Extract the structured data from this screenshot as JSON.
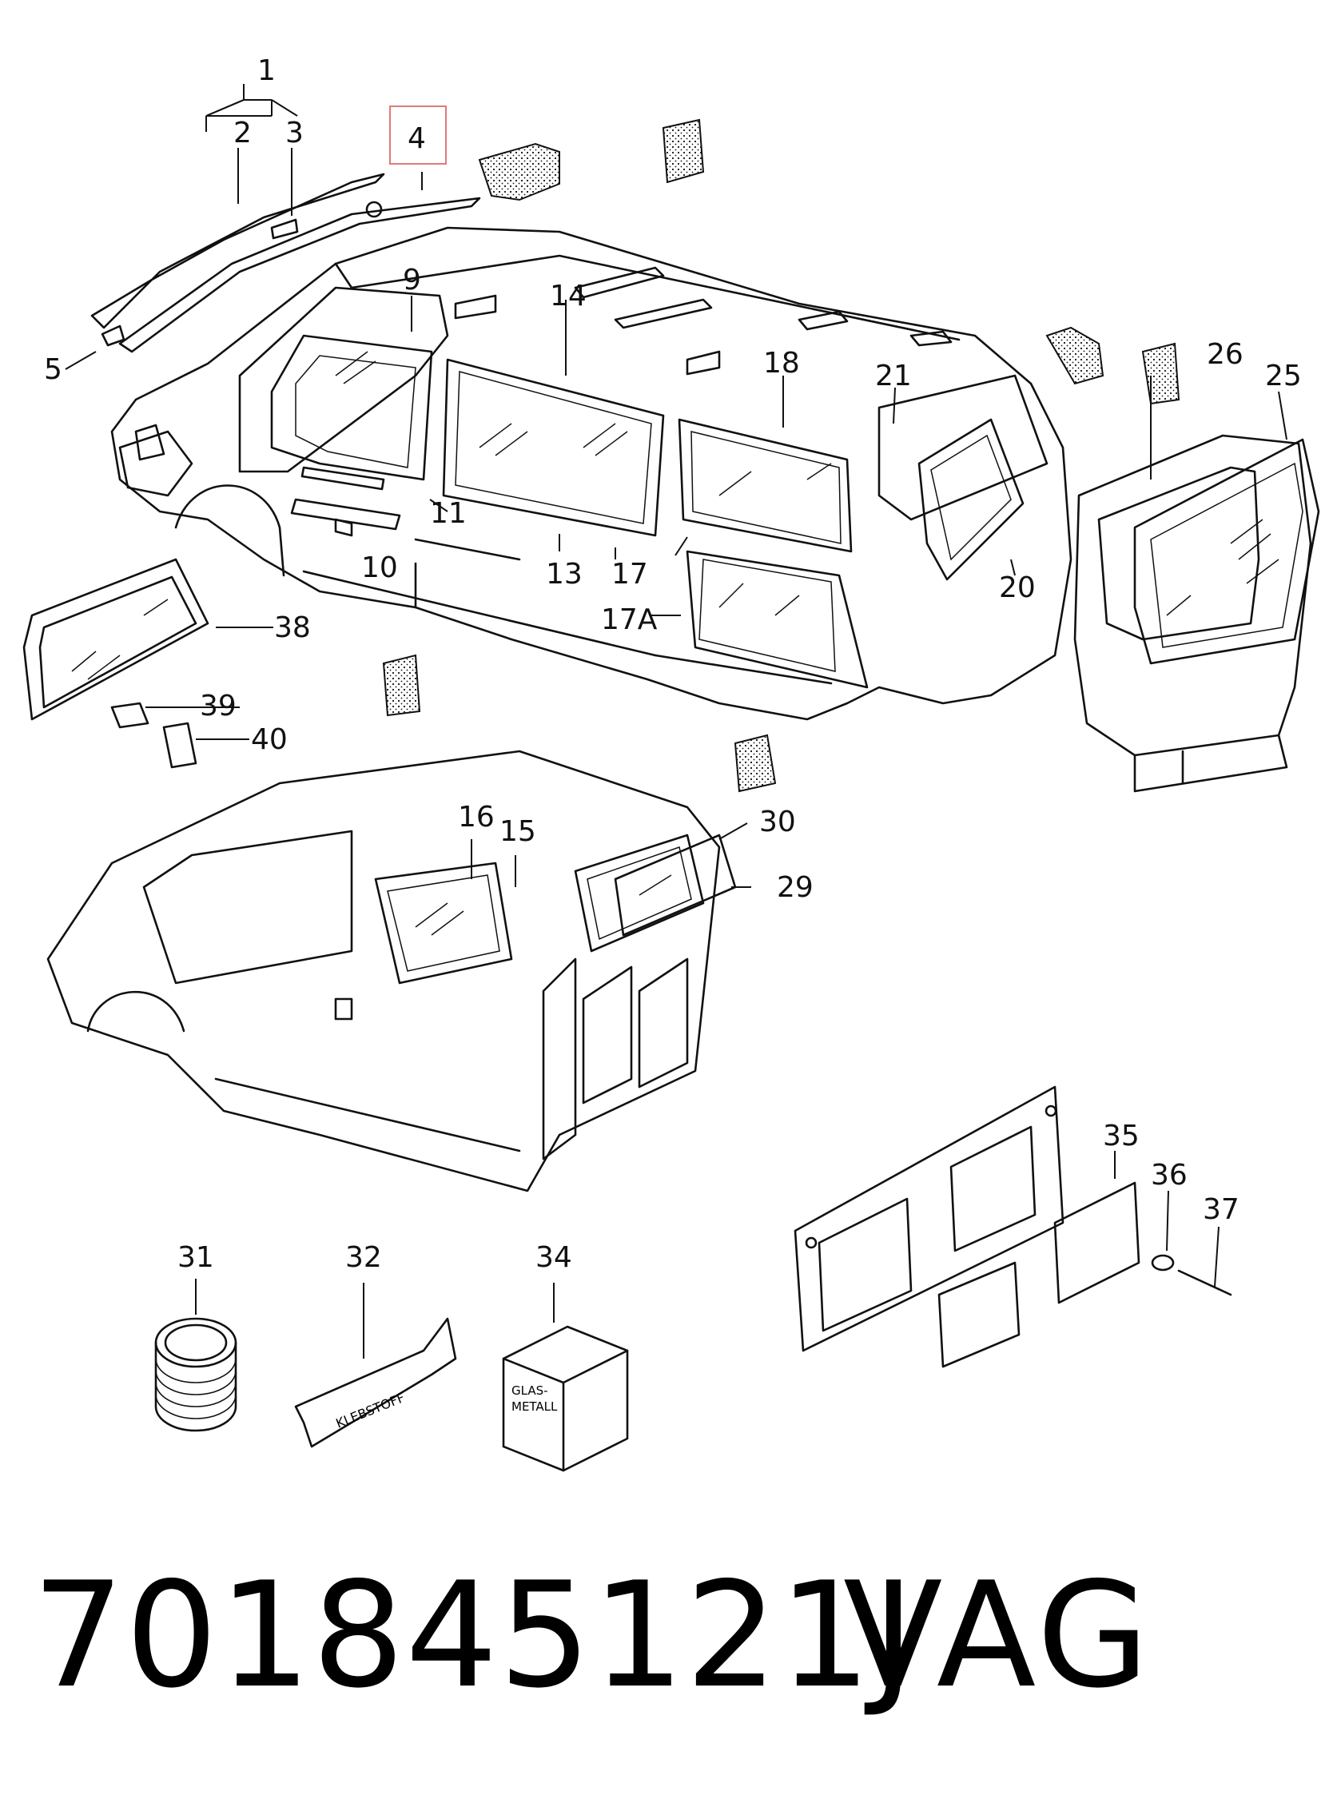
{
  "diagram": {
    "callouts": [
      {
        "id": "1",
        "label": "1"
      },
      {
        "id": "2",
        "label": "2"
      },
      {
        "id": "3",
        "label": "3"
      },
      {
        "id": "4",
        "label": "4"
      },
      {
        "id": "5",
        "label": "5"
      },
      {
        "id": "9",
        "label": "9"
      },
      {
        "id": "14",
        "label": "14"
      },
      {
        "id": "18",
        "label": "18"
      },
      {
        "id": "21",
        "label": "21"
      },
      {
        "id": "26",
        "label": "26"
      },
      {
        "id": "25",
        "label": "25"
      },
      {
        "id": "11",
        "label": "11"
      },
      {
        "id": "10",
        "label": "10"
      },
      {
        "id": "13",
        "label": "13"
      },
      {
        "id": "17",
        "label": "17"
      },
      {
        "id": "20",
        "label": "20"
      },
      {
        "id": "17A",
        "label": "17A"
      },
      {
        "id": "38",
        "label": "38"
      },
      {
        "id": "39",
        "label": "39"
      },
      {
        "id": "40",
        "label": "40"
      },
      {
        "id": "16",
        "label": "16"
      },
      {
        "id": "15",
        "label": "15"
      },
      {
        "id": "30",
        "label": "30"
      },
      {
        "id": "29",
        "label": "29"
      },
      {
        "id": "35",
        "label": "35"
      },
      {
        "id": "36",
        "label": "36"
      },
      {
        "id": "37",
        "label": "37"
      },
      {
        "id": "31",
        "label": "31"
      },
      {
        "id": "32",
        "label": "32"
      },
      {
        "id": "34",
        "label": "34"
      }
    ],
    "highlighted_callout": "4",
    "highlight_color": "#e07a7a",
    "box_labels": {
      "adhesive_tube": "KLEBSTOFF",
      "primer_box_line1": "GLAS-",
      "primer_box_line2": "METALL"
    }
  },
  "footer": {
    "part_number": "701845121J",
    "brand": "VAG"
  }
}
